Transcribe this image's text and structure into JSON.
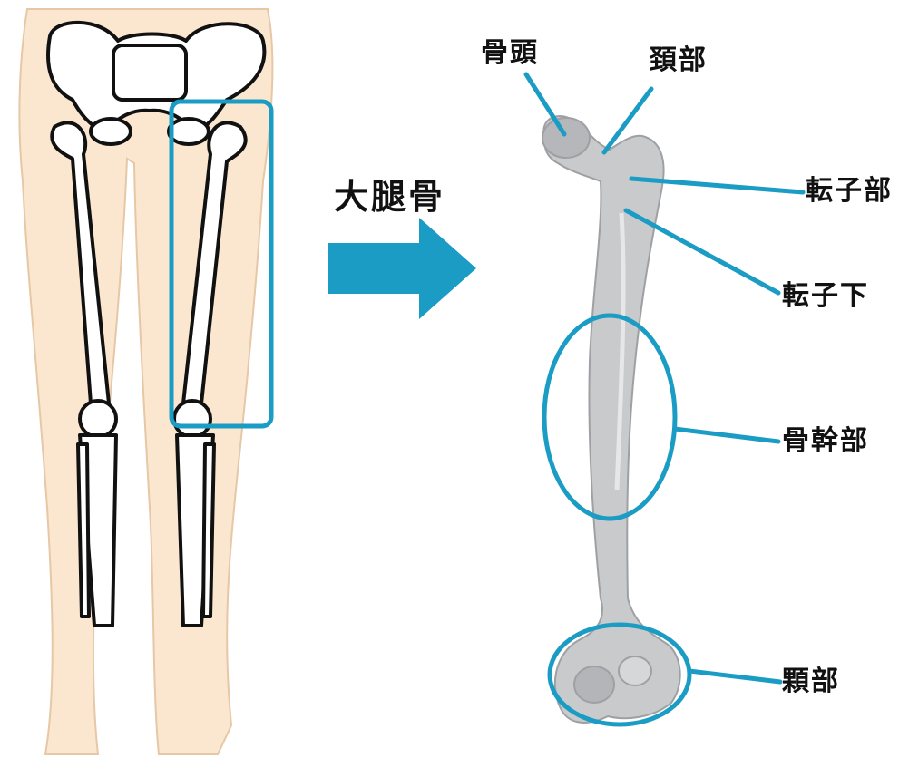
{
  "title": "大腿骨",
  "labels": {
    "head": "骨頭",
    "neck": "頚部",
    "trochanter": "転子部",
    "subtrochanter": "転子下",
    "shaft": "骨幹部",
    "condyle": "顆部"
  },
  "colors": {
    "accent": "#1a9cc4",
    "skin": "#fbe7d0",
    "skin_outline": "#e6c7a6",
    "bone": "#c9cacc",
    "bone_dark": "#9ea0a3",
    "line": "#111111"
  },
  "icons": [
    "arrow-right-icon"
  ]
}
